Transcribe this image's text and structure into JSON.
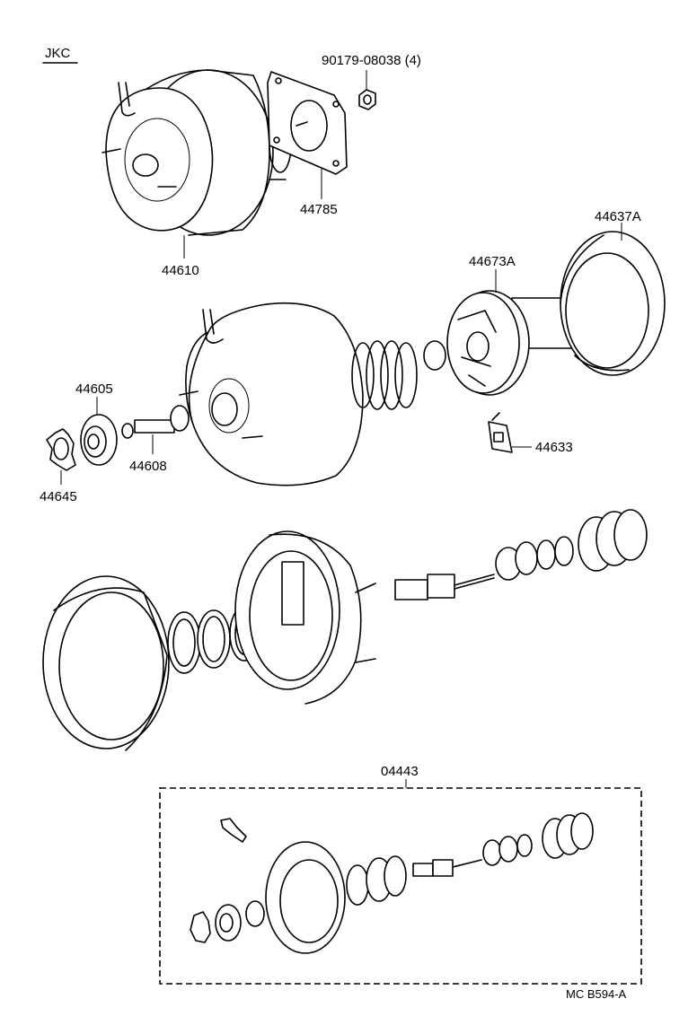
{
  "header": {
    "code": "JKC"
  },
  "parts": {
    "nut": "90179-08038 (4)",
    "gasket": "44785",
    "booster_assy": "44610",
    "diaphragm": "44637A",
    "piston": "44673A",
    "key": "44633",
    "seal": "44605",
    "retainer": "44645",
    "push_rod": "44608",
    "kit": "04443"
  },
  "footer": {
    "ref": "MC  B594-A"
  }
}
